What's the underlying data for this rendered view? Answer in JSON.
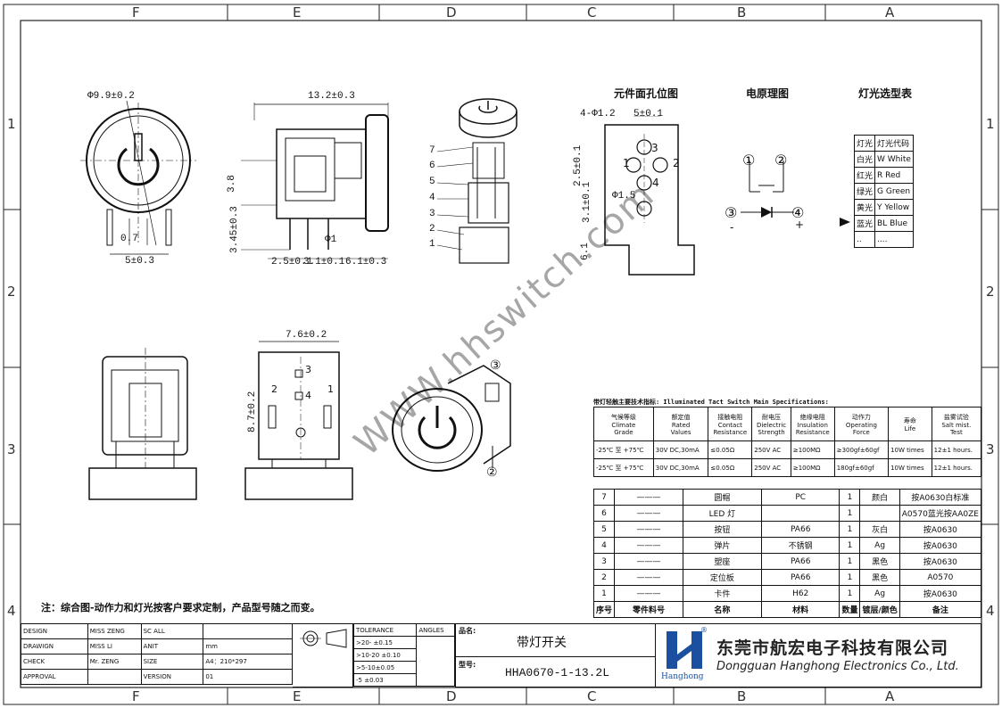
{
  "zones": {
    "top": [
      "F",
      "E",
      "D",
      "C",
      "B",
      "A"
    ],
    "bottom": [
      "F",
      "E",
      "D",
      "C",
      "B",
      "A"
    ],
    "left": [
      "1",
      "2",
      "3",
      "4"
    ],
    "right": [
      "1",
      "2",
      "3",
      "4"
    ]
  },
  "section_titles": {
    "panel_hole": "元件面孔位图",
    "circuit": "电原理图",
    "light_table": "灯光选型表"
  },
  "dimensions": {
    "d_cap": "Φ9.9±0.2",
    "width_top": "13.2±0.3",
    "h_3_8": "3.8",
    "h_3_45": "3.45±0.3",
    "pin_0_7": "0.7",
    "pin_5": "5±0.3",
    "p_2_5": "2.5±0.1",
    "p_3_1": "3.1±0.1",
    "p_6_1": "6.1±0.3",
    "phi_1": "Φ1",
    "w_7_6": "7.6±0.2",
    "h_8_7": "8.7±0.2",
    "holes": "4-Φ1.2",
    "hole_5": "5±0.1",
    "hole_15": "Φ1.5",
    "v_2_5": "2.5±0.1",
    "v_3_1": "3.1±0.1",
    "v_6_1": "6.1"
  },
  "callouts": [
    "7",
    "6",
    "5",
    "4",
    "3",
    "2",
    "1"
  ],
  "pin_labels": {
    "p1": "1",
    "p2": "2",
    "p3": "3",
    "p4": "4"
  },
  "circuit_labels": {
    "c1": "①",
    "c2": "②",
    "c3": "③",
    "c4": "④",
    "minus": "-",
    "plus": "+"
  },
  "iso_labels": {
    "l3": "③",
    "l2": "②"
  },
  "light_table": {
    "header": [
      "灯光",
      "灯光代码"
    ],
    "rows": [
      [
        "白光",
        "W White"
      ],
      [
        "红光",
        "R Red"
      ],
      [
        "绿光",
        "G Green"
      ],
      [
        "黄光",
        "Y Yellow"
      ],
      [
        "蓝光",
        "BL Blue"
      ],
      [
        "..",
        "...."
      ]
    ]
  },
  "spec_title": "带灯轻触主要技术指标: Illuminated Tact Switch Main Specifications:",
  "spec_table": {
    "headers": [
      [
        "气候等级",
        "Climate",
        "Grade"
      ],
      [
        "额定值",
        "Rated",
        "Values"
      ],
      [
        "接触电阻",
        "Contact",
        "Resistance"
      ],
      [
        "耐电压",
        "Dielectric",
        "Strength"
      ],
      [
        "绝缘电阻",
        "Insulation",
        "Resistance"
      ],
      [
        "动作力",
        "Operating",
        "Force"
      ],
      [
        "寿命",
        "Life",
        ""
      ],
      [
        "盐雾试验",
        "Salt mist.",
        "Test"
      ]
    ],
    "rows": [
      [
        "-25℃ 至 +75℃",
        "30V DC,30mA",
        "≤0.05Ω",
        "250V AC",
        "≥100MΩ",
        "≥300gf±60gf",
        "10W times",
        "12±1 hours."
      ],
      [
        "-25℃ 至 +75℃",
        "30V DC,30mA",
        "≤0.05Ω",
        "250V AC",
        "≥100MΩ",
        "180gf±60gf",
        "10W times",
        "12±1 hours."
      ]
    ]
  },
  "bom": {
    "rows": [
      [
        "7",
        "———",
        "圆帽",
        "PC",
        "1",
        "颜白",
        "按A0630白标准"
      ],
      [
        "6",
        "———",
        "LED 灯",
        "",
        "1",
        "",
        "A0570蓝光按AA0ZE"
      ],
      [
        "5",
        "———",
        "按钮",
        "PA66",
        "1",
        "灰白",
        "按A0630"
      ],
      [
        "4",
        "———",
        "弹片",
        "不锈钢",
        "1",
        "Ag",
        "按A0630"
      ],
      [
        "3",
        "———",
        "塑座",
        "PA66",
        "1",
        "黑色",
        "按A0630"
      ],
      [
        "2",
        "———",
        "定位板",
        "PA66",
        "1",
        "黑色",
        "A0570"
      ],
      [
        "1",
        "———",
        "卡件",
        "H62",
        "1",
        "Ag",
        "按A0630"
      ]
    ],
    "header": [
      "序号",
      "零件料号",
      "名称",
      "材料",
      "数量",
      "镀层/颜色",
      "备注"
    ]
  },
  "note": "注：综合图-动作力和灯光按客户要求定制，产品型号随之而变。",
  "title_block": {
    "left_rows": [
      [
        "DESIGN",
        "MISS ZENG",
        "SC ALL",
        ""
      ],
      [
        "DRAWIGN",
        "MISS LI",
        "ANIT",
        "mm"
      ],
      [
        "CHECK",
        "Mr. ZENG",
        "SIZE",
        "A4：210*297"
      ],
      [
        "APPROVAL",
        "",
        "VERSION",
        "01"
      ]
    ],
    "tolerance_head": "TOLERANCE",
    "angles_head": "ANGLES",
    "tolerances": [
      ">20- ±0.15",
      ">10-20 ±0.10",
      ">5-10±0.05",
      "-5 ±0.03"
    ],
    "product_name_label": "品名:",
    "product_name": "带灯开关",
    "model_label": "型号:",
    "model": "HHA0670-1-13.2L",
    "company_cn": "东莞市航宏电子科技有限公司",
    "company_en": "Dongguan Hanghong Electronics Co., Ltd.",
    "logo_text": "Hanghong",
    "logo_reg": "®"
  },
  "watermark": "WWW.hhswitch.com"
}
